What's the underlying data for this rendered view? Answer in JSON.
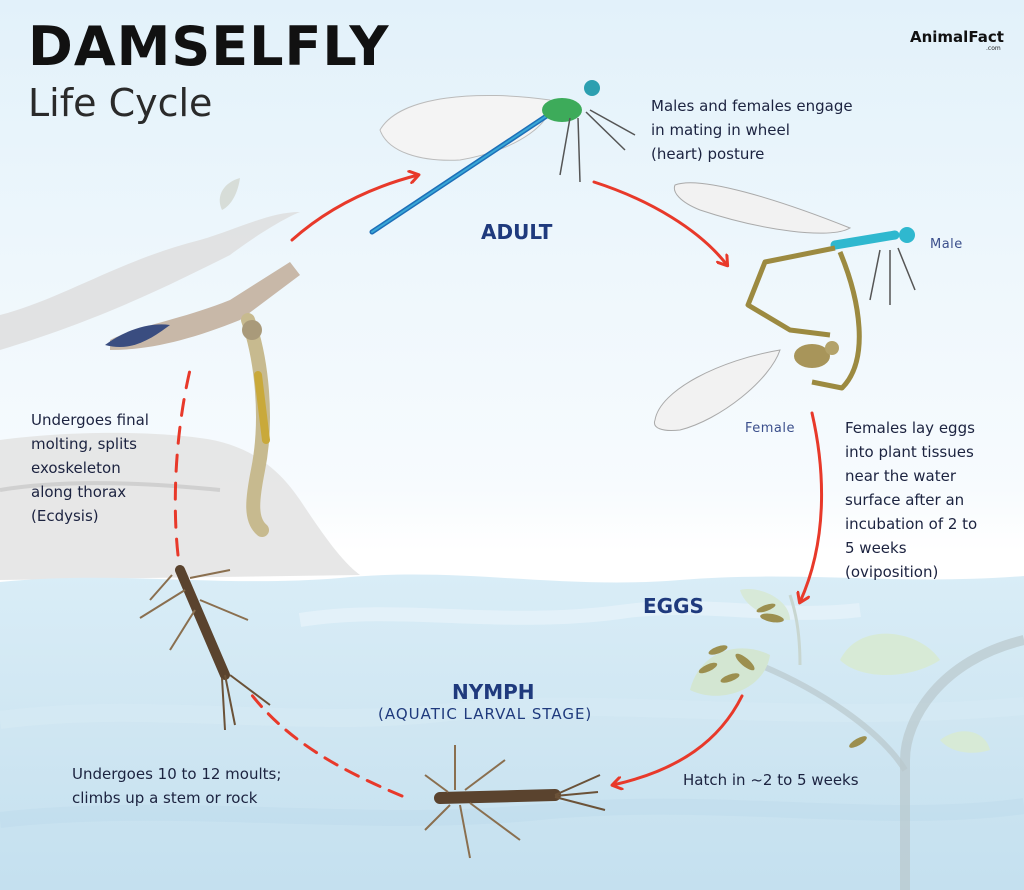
{
  "header": {
    "title": "DAMSELFLY",
    "subtitle": "Life Cycle",
    "logo": "AnimalFact",
    "logo_sub": ".com"
  },
  "stages": {
    "adult": "ADULT",
    "eggs": "EGGS",
    "nymph": "NYMPH",
    "nymph_sub": "(AQUATIC LARVAL STAGE)"
  },
  "labels": {
    "male": "Male",
    "female": "Female"
  },
  "descriptions": {
    "mating": [
      "Males and females engage",
      "in mating in wheel",
      "(heart) posture"
    ],
    "oviposition": [
      "Females lay eggs",
      "into plant tissues",
      "near the water",
      "surface after an",
      "incubation of 2 to",
      "5 weeks",
      "(oviposition)"
    ],
    "hatch": [
      "Hatch in ~2 to 5 weeks"
    ],
    "moults": [
      "Undergoes 10 to 12 moults;",
      "climbs up a stem or rock"
    ],
    "ecdysis": [
      "Undergoes final",
      "molting, splits",
      "exoskeleton",
      "along thorax",
      "(Ecdysis)"
    ]
  },
  "colors": {
    "arrow": "#e8392a",
    "stage_text": "#1f3a7d",
    "body_text": "#1c2340",
    "water": "#cfe6f2"
  },
  "cycle_order": [
    "ADULT",
    "mating (wheel posture)",
    "EGGS",
    "NYMPH",
    "emergence (Ecdysis)",
    "ADULT"
  ]
}
